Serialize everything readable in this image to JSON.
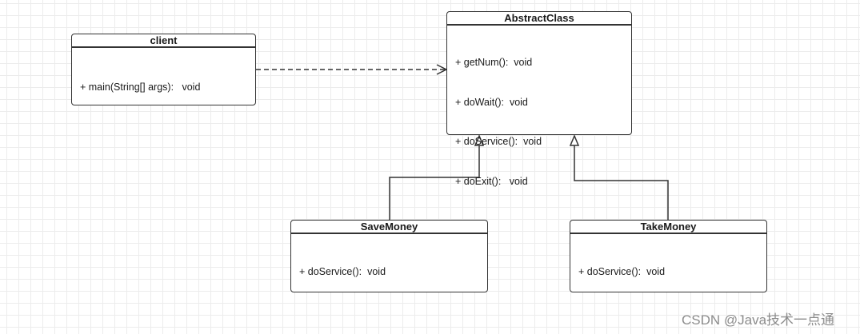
{
  "classes": {
    "client": {
      "name": "client",
      "methods": [
        "+ main(String[] args):   void"
      ]
    },
    "abstract": {
      "name": "AbstractClass",
      "methods": [
        "+ getNum():  void",
        "+ doWait():  void",
        "+ doService():  void",
        "+ doExit():   void"
      ]
    },
    "save": {
      "name": "SaveMoney",
      "methods": [
        "+ doService():  void"
      ]
    },
    "take": {
      "name": "TakeMoney",
      "methods": [
        "+ doService():  void"
      ]
    }
  },
  "relations": [
    {
      "from": "client",
      "to": "AbstractClass",
      "type": "dependency"
    },
    {
      "from": "SaveMoney",
      "to": "AbstractClass",
      "type": "generalization"
    },
    {
      "from": "TakeMoney",
      "to": "AbstractClass",
      "type": "generalization"
    }
  ],
  "colors": {
    "line": "#333333",
    "grid": "#ececec",
    "watermark": "#8c8c8c"
  },
  "watermark": "CSDN @Java技术一点通"
}
